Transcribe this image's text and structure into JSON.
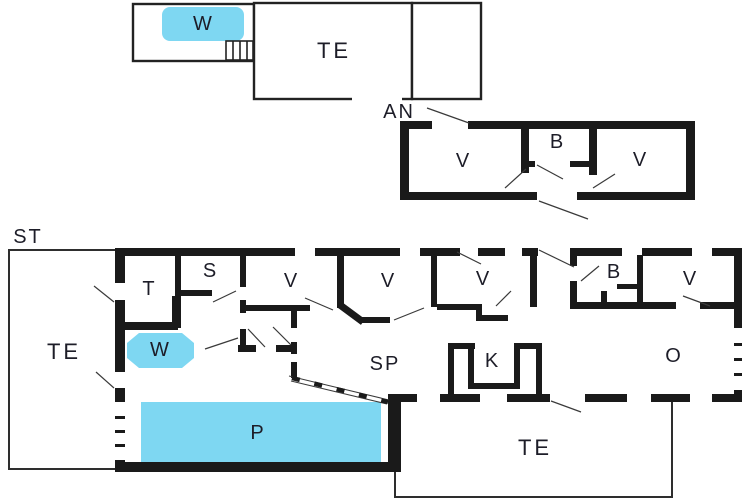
{
  "plan": {
    "site_label": "ST",
    "annex_label": "AN",
    "colors": {
      "water": "#7ed7f2",
      "wall": "#1a1a1a",
      "pointer_line": "#3a3a3a",
      "text": "#1d1d28",
      "background": "#ffffff"
    },
    "upper_building": {
      "whirlpool": "W",
      "terrace": "TE"
    },
    "annex": {
      "bedroom_left": "V",
      "bathroom": "B",
      "bedroom_right": "V"
    },
    "house": {
      "terrace_west": "TE",
      "toilet": "T",
      "sauna": "S",
      "bedroom_1": "V",
      "bedroom_2": "V",
      "bedroom_3": "V",
      "bathroom": "B",
      "bedroom_4": "V",
      "whirlpool": "W",
      "pool_room": "SP",
      "kitchen": "K",
      "living_room": "O",
      "pool": "P",
      "terrace_south": "TE"
    }
  }
}
